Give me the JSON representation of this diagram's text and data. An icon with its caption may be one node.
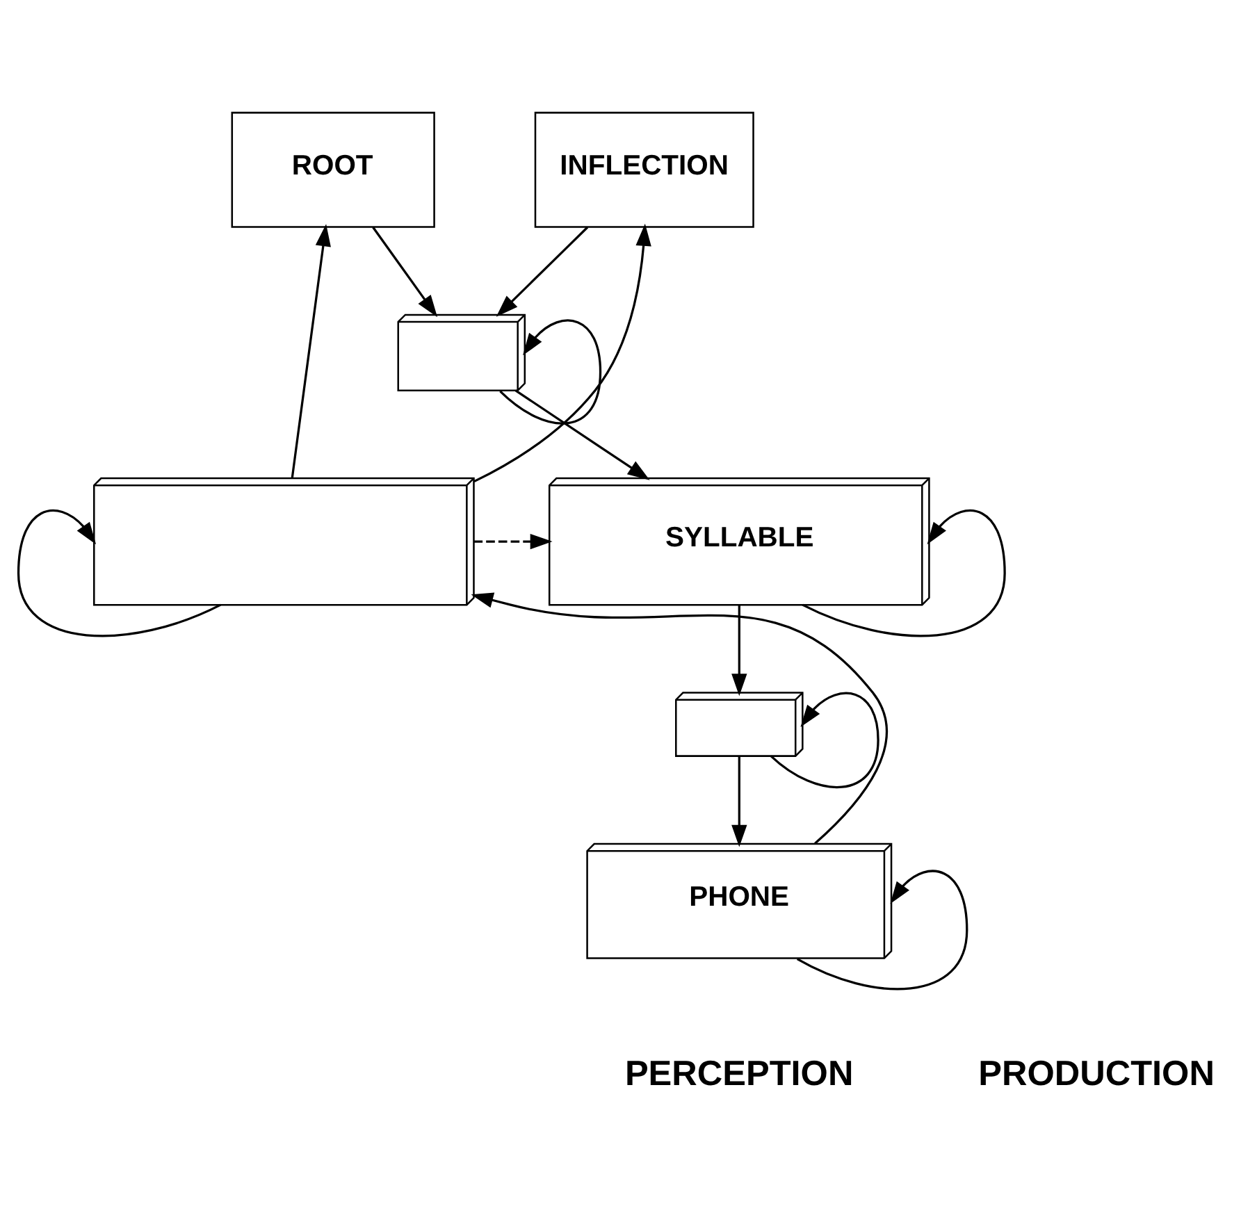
{
  "diagram": {
    "nodes": [
      {
        "text": [
          "ROOT"
        ]
      },
      {
        "text": [
          "INFLECTION"
        ]
      },
      {
        "text": [],
        "shape": "box"
      },
      {
        "text": [],
        "shape": "box"
      },
      {
        "text": [
          "SYLLABLE"
        ]
      },
      {
        "text": [],
        "shape": "box"
      },
      {
        "text": [
          "PHONE"
        ]
      }
    ],
    "edges": [
      {
        "from": 3,
        "to": 0,
        "arrow": "to"
      },
      {
        "from": 3,
        "to": 1,
        "arrow": "to"
      },
      {
        "from": 0,
        "to": 2,
        "arrow": "to"
      },
      {
        "from": 1,
        "to": 2,
        "arrow": "to"
      },
      {
        "from": 2,
        "to": 2,
        "arrow": "to"
      },
      {
        "from": 3,
        "to": 3,
        "arrow": "to"
      },
      {
        "from": 2,
        "to": 4,
        "arrow": "to"
      },
      {
        "from": 3,
        "to": 4,
        "arrow": "to",
        "style": "dashed"
      },
      {
        "from": 4,
        "to": 4,
        "arrow": "to"
      },
      {
        "from": 4,
        "to": 5,
        "arrow": "to"
      },
      {
        "from": 5,
        "to": 5,
        "arrow": "to"
      },
      {
        "from": 5,
        "to": 6,
        "arrow": "to"
      },
      {
        "from": 6,
        "to": 6,
        "arrow": "to"
      },
      {
        "from": 6,
        "to": 3,
        "arrow": "to"
      }
    ],
    "labels": [
      "PERCEPTION",
      "PRODUCTION"
    ]
  }
}
